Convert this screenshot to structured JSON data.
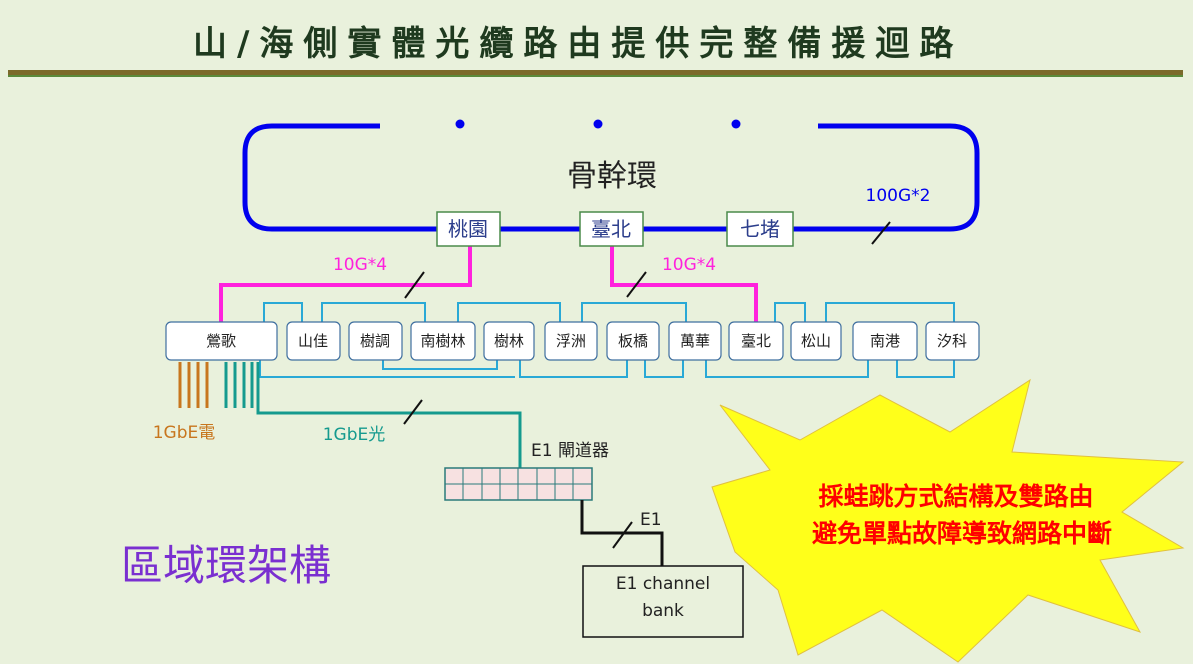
{
  "title": "山/海側實體光纜路由提供完整備援迴路",
  "backbone": {
    "label": "骨幹環",
    "link": "100G*2",
    "nodes": [
      "桃園",
      "臺北",
      "七堵"
    ]
  },
  "uplinks": {
    "left": "10G*4",
    "right": "10G*4"
  },
  "ring_nodes": [
    "鶯歌",
    "山佳",
    "樹調",
    "南樹林",
    "樹林",
    "浮洲",
    "板橋",
    "萬華",
    "臺北",
    "松山",
    "南港",
    "汐科"
  ],
  "access": {
    "electrical": "1GbE電",
    "optical": "1GbE光"
  },
  "gateway": {
    "label": "E1  閘道器"
  },
  "e1_link": "E1",
  "channel_bank": {
    "line1": "E1 channel",
    "line2": "bank"
  },
  "region_label": "區域環架構",
  "callout": {
    "line1": "採蛙跳方式結構及雙路由",
    "line2": "避免單點故障導致網路中斷"
  },
  "colors": {
    "backbone": "#0000ee",
    "uplink": "#ff22dd",
    "subring": "#29a9d6",
    "copper": "#c8761e",
    "fiber": "#159a8e",
    "callout_fill": "#ffff1a",
    "callout_text": "#ff0000",
    "region": "#7a2fd0"
  }
}
